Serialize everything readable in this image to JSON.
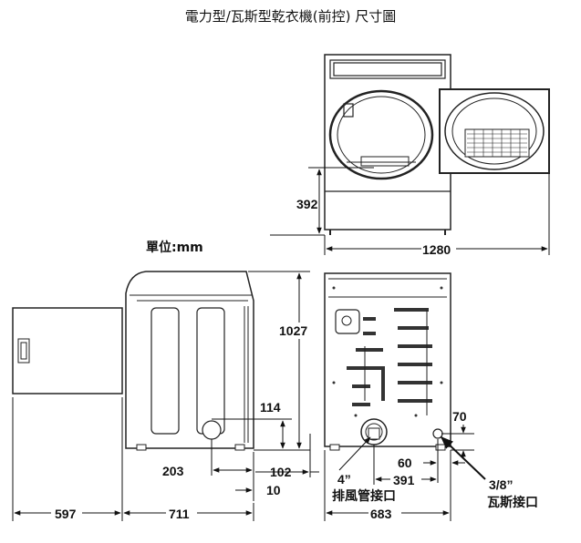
{
  "title": "電力型/瓦斯型乾衣機(前控) 尺寸圖",
  "unit_label": "單位:mm",
  "dimensions": {
    "d392": "392",
    "d1280": "1280",
    "d1027": "1027",
    "d114": "114",
    "d203": "203",
    "d102": "102",
    "d10": "10",
    "d597": "597",
    "d711": "711",
    "d60": "60",
    "d70": "70",
    "d391": "391",
    "d683": "683"
  },
  "callouts": {
    "exhaust_size": "4”",
    "exhaust_label": "排風管接口",
    "gas_size": "3/8”",
    "gas_label": "瓦斯接口"
  }
}
